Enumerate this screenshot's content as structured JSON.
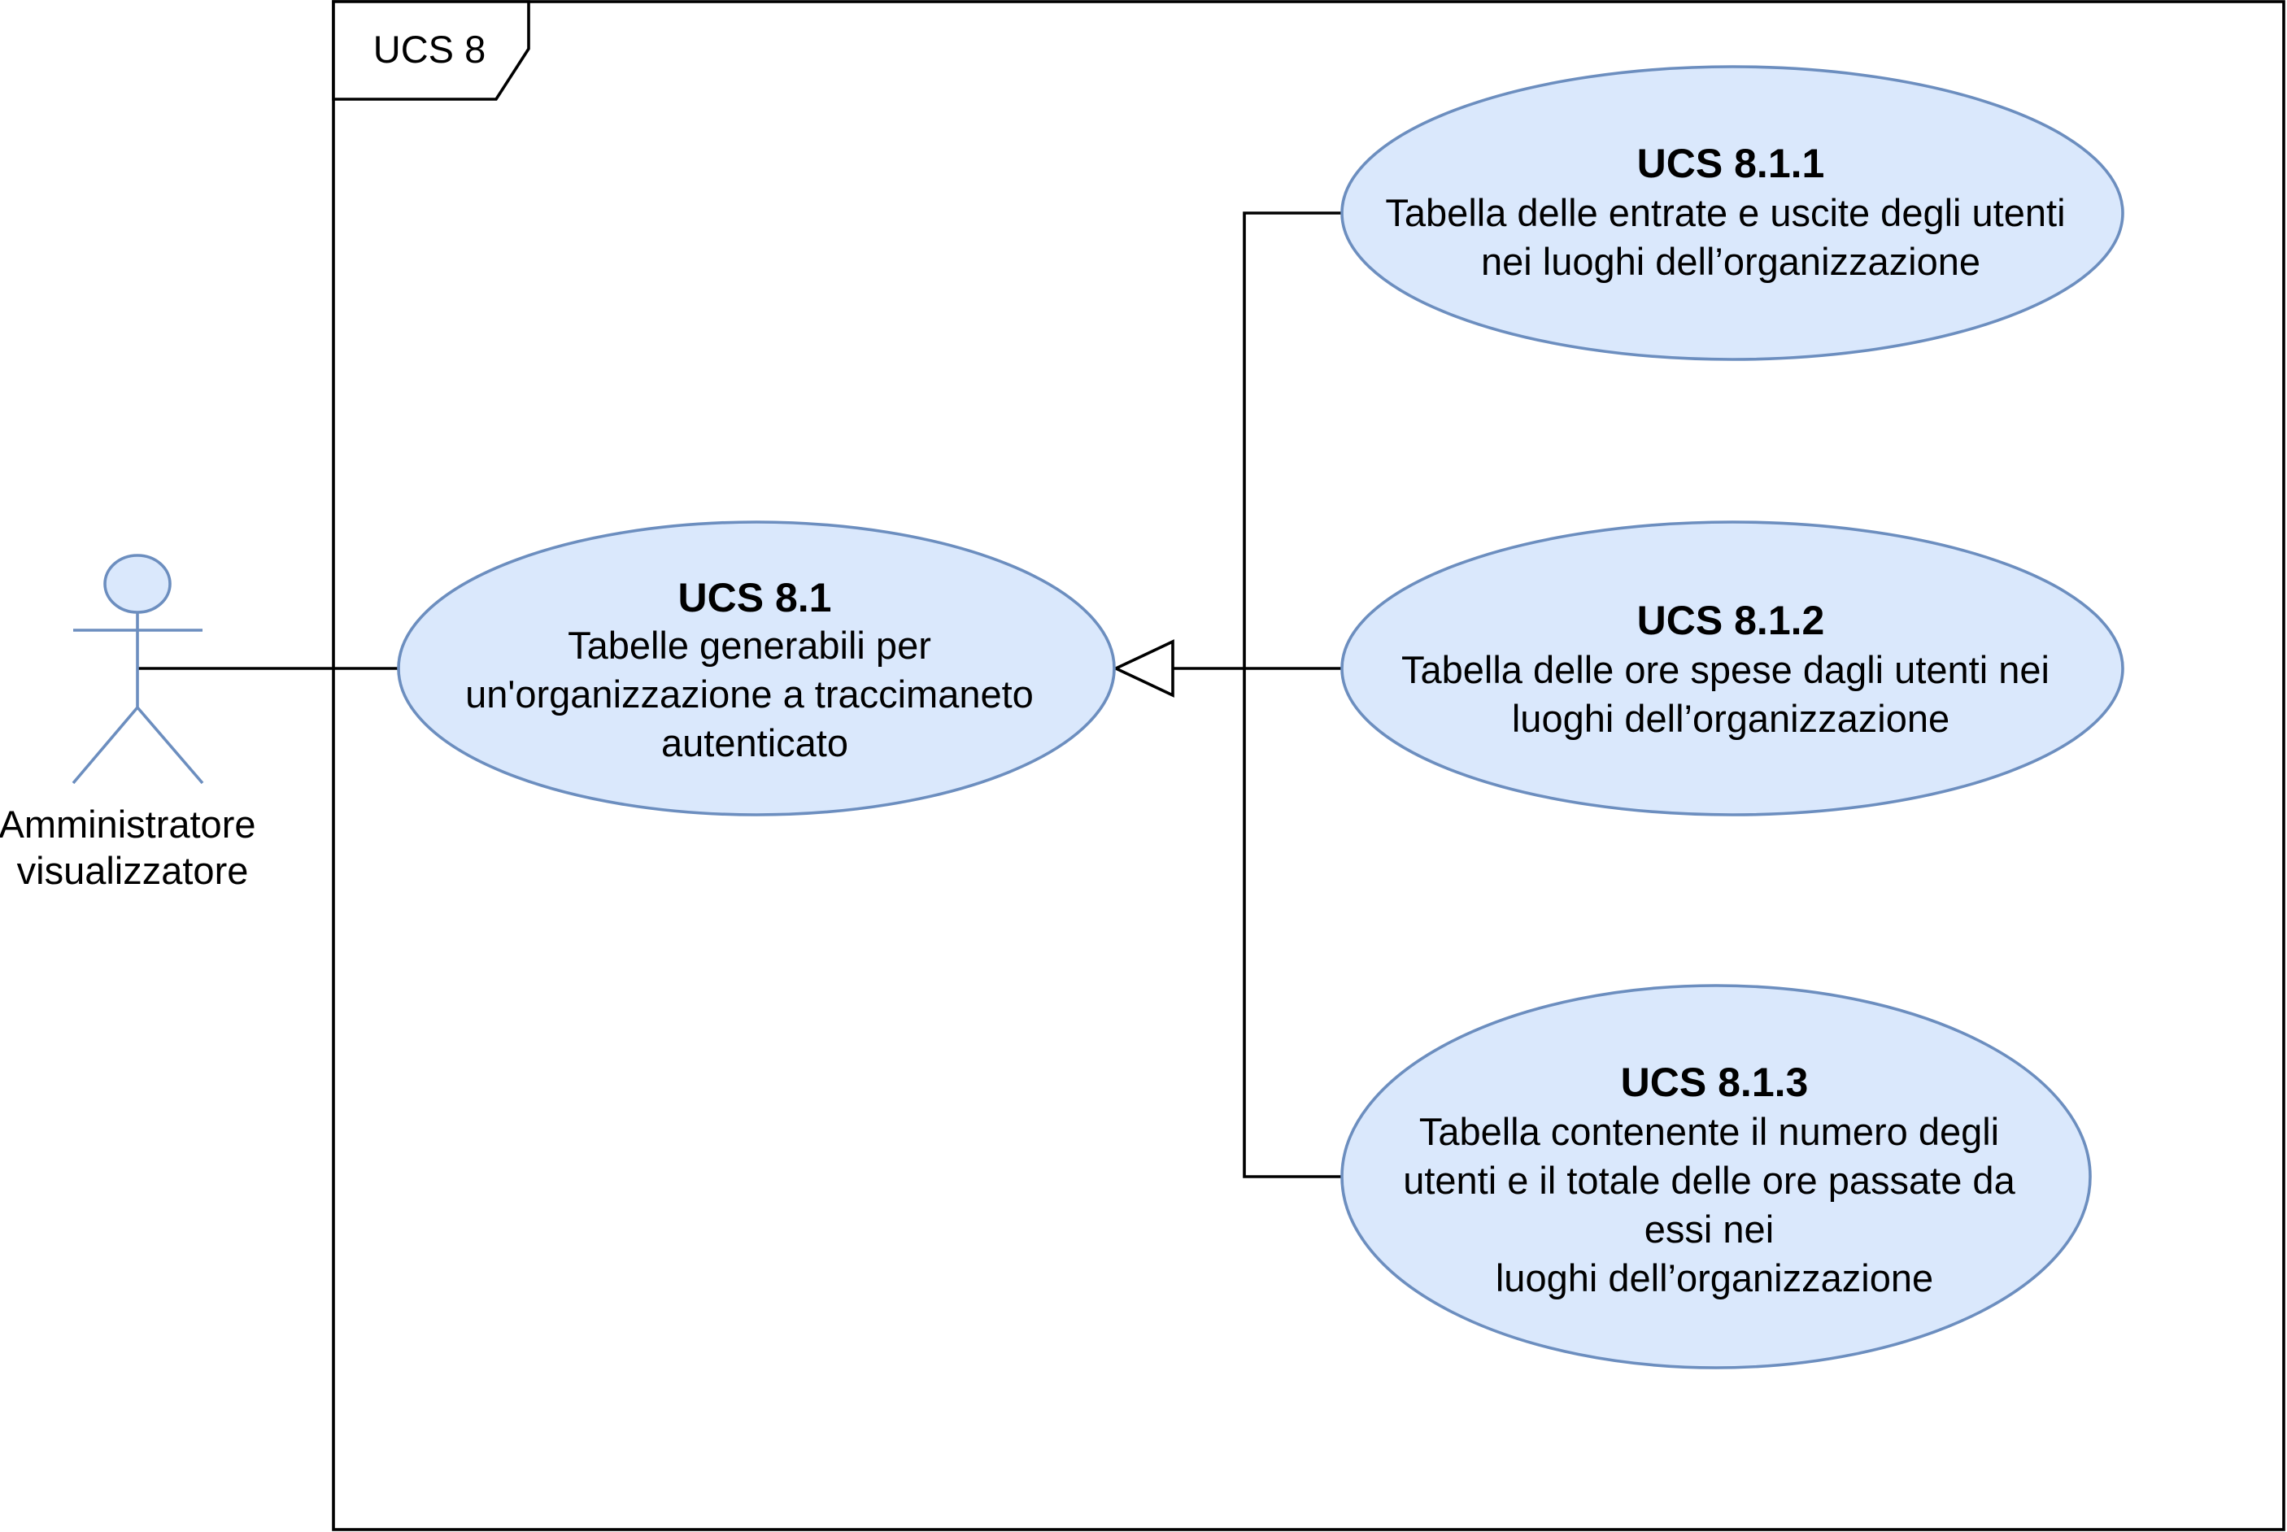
{
  "system": {
    "frame_label": "UCS 8"
  },
  "actor": {
    "label_line1": "Amministratore",
    "label_line2": "visualizzatore"
  },
  "use_cases": {
    "main": {
      "title": "UCS 8.1",
      "line1": "Tabelle generabili per",
      "line2": "un'organizzazione a traccimaneto",
      "line3": "autenticato"
    },
    "uc811": {
      "title": "UCS 8.1.1",
      "line1": "Tabella delle entrate e uscite degli utenti",
      "line2": "nei luoghi dell’organizzazione"
    },
    "uc812": {
      "title": "UCS 8.1.2",
      "line1": "Tabella delle ore spese dagli utenti nei",
      "line2": "luoghi dell’organizzazione"
    },
    "uc813": {
      "title": "UCS 8.1.3",
      "line1": "Tabella contenente il numero degli",
      "line2": "utenti e il totale delle ore passate da",
      "line3": "essi nei",
      "line4": "luoghi dell’organizzazione"
    }
  },
  "colors": {
    "usecase_fill": "#dae8fc",
    "usecase_stroke": "#6c8ebf",
    "line": "#000000"
  }
}
